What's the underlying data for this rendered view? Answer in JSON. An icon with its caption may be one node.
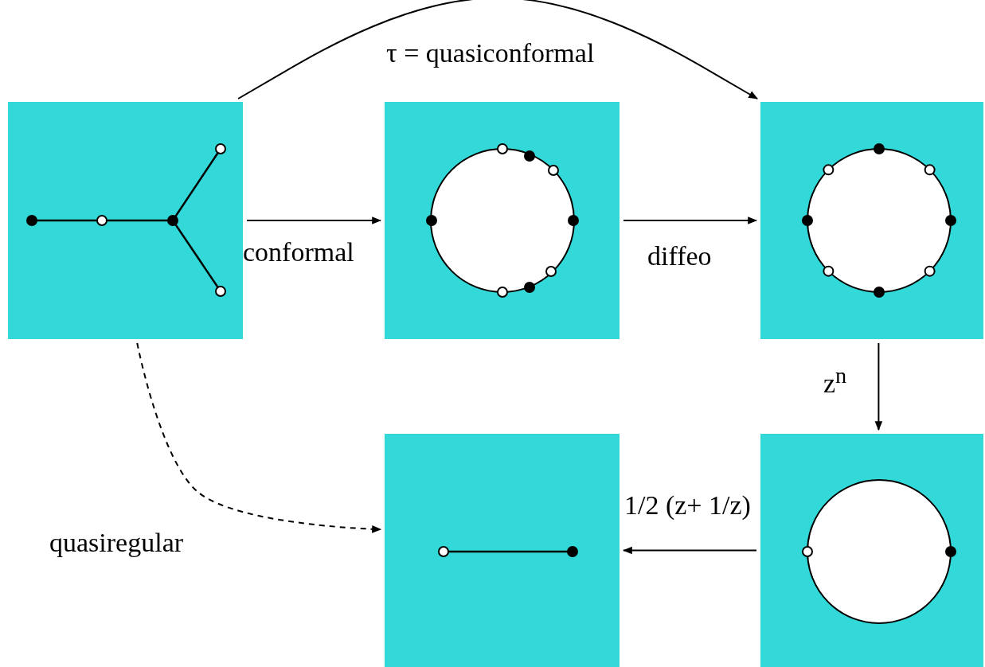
{
  "diagram": {
    "nodes": [
      {
        "text": [],
        "shape": "picture"
      },
      {
        "text": [],
        "shape": "picture"
      },
      {
        "text": [],
        "shape": "picture"
      },
      {
        "text": [],
        "shape": "picture"
      },
      {
        "text": [],
        "shape": "picture"
      }
    ],
    "edges": [
      {
        "from": 0,
        "to": 2,
        "arrow": "to",
        "label": "τ = quasiconformal"
      },
      {
        "from": 0,
        "to": 1,
        "arrow": "to",
        "label": "conformal"
      },
      {
        "from": 1,
        "to": 2,
        "arrow": "to",
        "label": "diffeo"
      },
      {
        "from": 2,
        "to": 4,
        "arrow": "to",
        "label": "z$^{n}$"
      },
      {
        "from": 4,
        "to": 3,
        "arrow": "to",
        "label": "1/2 (z+ 1/z)"
      },
      {
        "from": 0,
        "to": 3,
        "arrow": "to",
        "label": "quasiregular",
        "style": "dashed"
      }
    ]
  }
}
